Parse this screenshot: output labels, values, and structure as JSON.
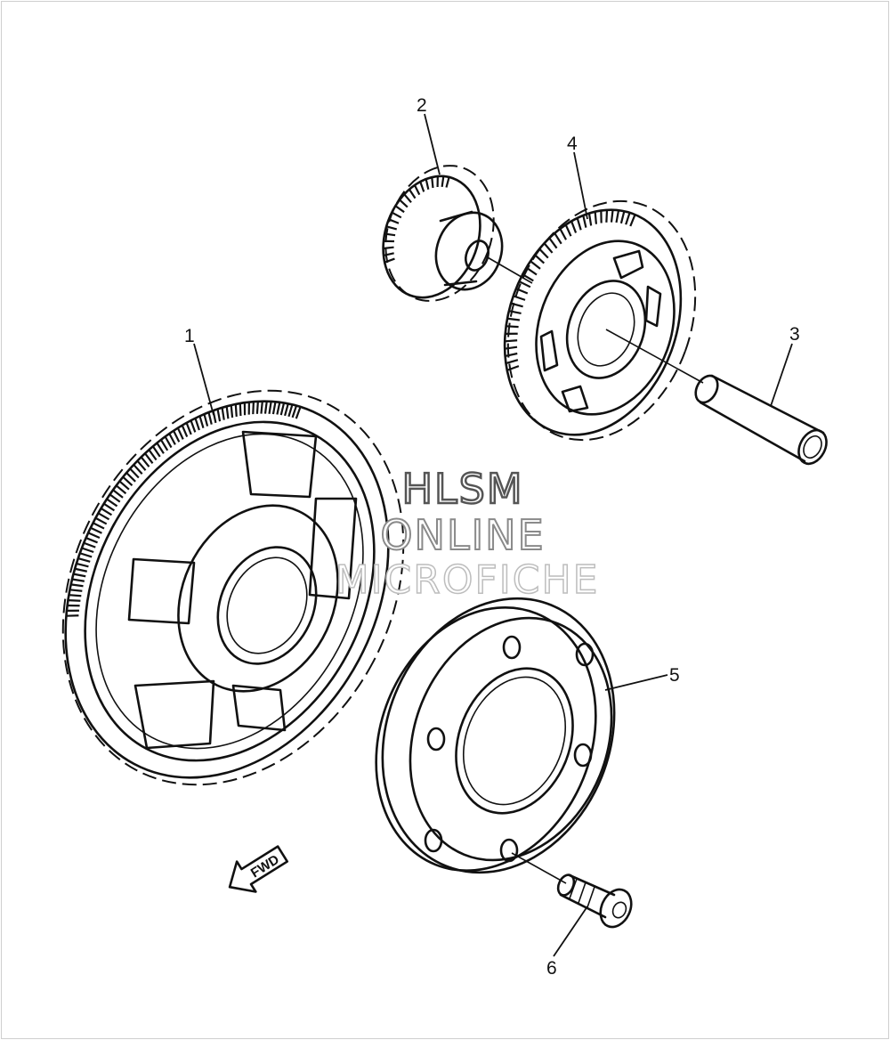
{
  "callouts": [
    {
      "number": "1"
    },
    {
      "number": "2"
    },
    {
      "number": "3"
    },
    {
      "number": "4"
    },
    {
      "number": "5"
    },
    {
      "number": "6"
    }
  ],
  "direction_arrow": {
    "label": "FWD",
    "icon": "forward-arrow-icon"
  },
  "watermark": {
    "line1": "HLSM",
    "line2": "ONLINE",
    "line3": "MICROFICHE"
  }
}
